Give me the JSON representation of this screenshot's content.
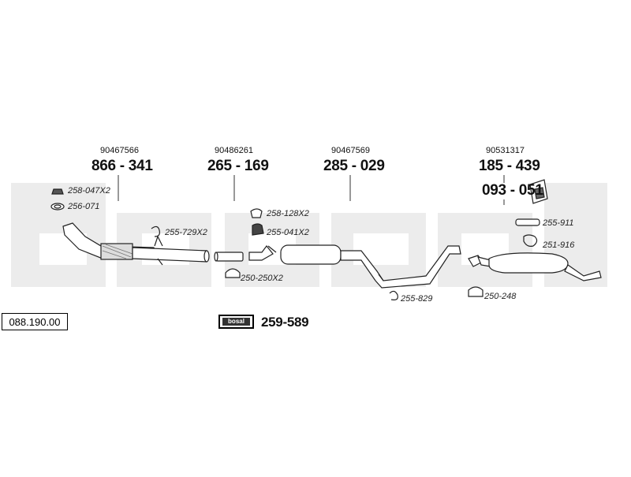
{
  "reference": "088.190.00",
  "watermark": "bosal",
  "groups": [
    {
      "oem": "90467566",
      "part": "866 - 341"
    },
    {
      "oem": "90486261",
      "part": "265 - 169"
    },
    {
      "oem": "90467569",
      "part": "285 - 029"
    },
    {
      "oem": "90531317",
      "part": "185 - 439"
    }
  ],
  "extra_part": "093 - 051",
  "accessories": {
    "a1": "258-047X2",
    "a2": "256-071",
    "a3": "258-128X2",
    "a4": "255-041X2",
    "a5": "255-729X2",
    "a6": "250-250X2",
    "a7": "255-829",
    "a8": "250-248",
    "a9": "255-911",
    "a10": "251-916"
  },
  "mounting_kit": {
    "logo": "bosal",
    "part": "259-589"
  }
}
